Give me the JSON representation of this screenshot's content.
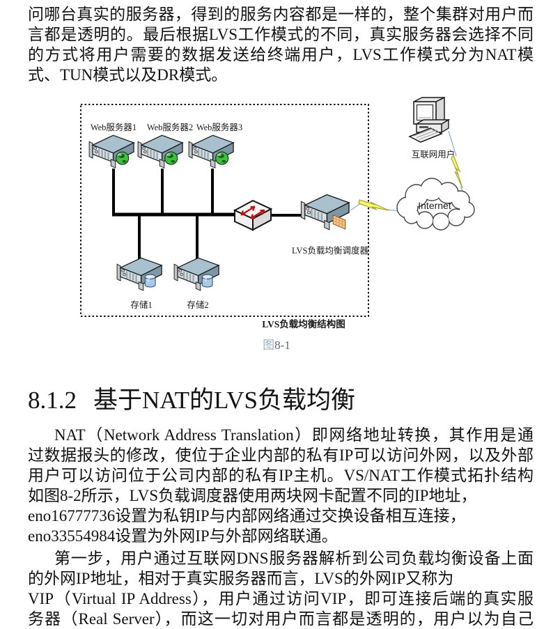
{
  "page": {
    "intro_lines": [
      "问哪台真实的服务器，得到的服务内容都是一样的，整个集群对用户而",
      "言都是透明的。最后根据LVS工作模式的不同，真实服务器会选择不同",
      "的方式将用户需要的数据发送给终端用户，LVS工作模式分为NAT模",
      "式、TUN模式以及DR模式。"
    ],
    "heading": {
      "number": "8.1.2",
      "title": "基于NAT的LVS负载均衡"
    },
    "para1_lines": [
      "NAT（Network Address Translation）即网络地址转换，其作用是通",
      "过数据报头的修改，使位于企业内部的私有IP可以访问外网，以及外部",
      "用户可以访问位于公司内部的私有IP主机。VS/NAT工作模式拓扑结构",
      "如图8-2所示，LVS负载调度器使用两块网卡配置不同的IP地址，",
      "eno16777736设置为私钥IP与内部网络通过交换设备相互连接，",
      "eno33554984设置为外网IP与外部网络联通。"
    ],
    "para2_lines": [
      "第一步，用户通过互联网DNS服务器解析到公司负载均衡设备上面",
      "的外网IP地址，相对于真实服务器而言，LVS的外网IP又称为",
      "VIP（Virtual IP Address），用户通过访问VIP，即可连接后端的真实服",
      "务器（Real Server），而这一切对用户而言都是透明的，用户以为自己"
    ]
  },
  "figure": {
    "labels": {
      "web1": "Web服务器1",
      "web2": "Web服务器2",
      "web3": "Web服务器3",
      "storage1": "存储1",
      "storage2": "存储2",
      "lvs": "LVS负载均衡调度器",
      "internet_user": "互联网用户",
      "internet": "Internet"
    },
    "caption": "LVS负载均衡结构图",
    "figure_label_prefix": "图",
    "figure_label_number": "8-1",
    "colors": {
      "server_top": "#a9c1cf",
      "server_side": "#7e96a5",
      "server_front": "#dce2e5",
      "globe_green": "#3cc23c",
      "storage_blue": "#a9c9e8",
      "card_orange": "#f6c98d",
      "switch_arrow_red": "#c41212",
      "bolt_yellow": "#f8f870",
      "fig_prefix_gray": "#9fb0c3",
      "fig_number_gray": "#5d666f"
    }
  }
}
